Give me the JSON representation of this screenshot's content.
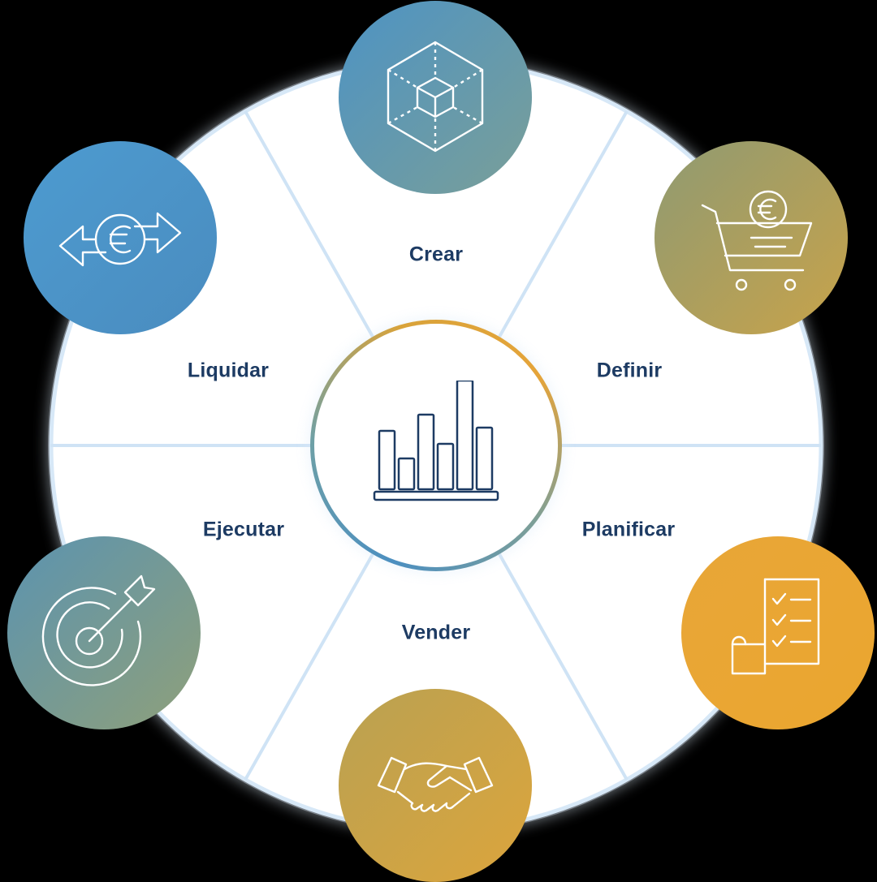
{
  "diagram": {
    "segments": [
      {
        "id": "crear",
        "label": "Crear"
      },
      {
        "id": "definir",
        "label": "Definir"
      },
      {
        "id": "planificar",
        "label": "Planificar"
      },
      {
        "id": "vender",
        "label": "Vender"
      },
      {
        "id": "ejecutar",
        "label": "Ejecutar"
      },
      {
        "id": "liquidar",
        "label": "Liquidar"
      }
    ],
    "center_icon": "bar-chart-icon",
    "nodes": [
      {
        "id": "crear",
        "icon": "cube-icon",
        "color_a": "#4d93c4",
        "color_b": "#7a9f98"
      },
      {
        "id": "definir",
        "icon": "shopping-cart-euro-icon",
        "color_a": "#8f9a72",
        "color_b": "#c8a34a"
      },
      {
        "id": "planificar",
        "icon": "checklist-icon",
        "color_a": "#e8a638",
        "color_b": "#eba62f"
      },
      {
        "id": "vender",
        "icon": "handshake-icon",
        "color_a": "#b9a152",
        "color_b": "#dca53c"
      },
      {
        "id": "ejecutar",
        "icon": "target-icon",
        "color_a": "#5b93b0",
        "color_b": "#8fa07a"
      },
      {
        "id": "liquidar",
        "icon": "euro-exchange-icon",
        "color_a": "#4d9bd0",
        "color_b": "#4a8cbf"
      }
    ],
    "colors": {
      "text": "#1d3b63",
      "divider": "#cfe3f5",
      "ring_glow": "#dceaf7",
      "icon_stroke": "#ffffff"
    }
  }
}
